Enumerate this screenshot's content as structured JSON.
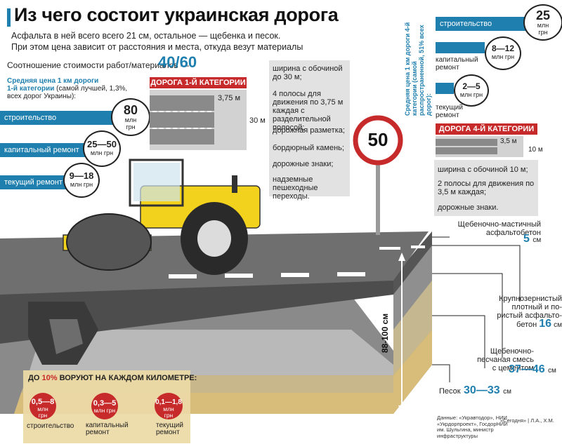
{
  "title": "Из чего состоит украинская дорога",
  "subtitle_1": "Асфальта в ней всего всего 21 см, остальное — щебенка и песок.",
  "subtitle_2": "При этом цена зависит от расстояния и места, откуда везут материалы",
  "ratio": {
    "label": "Соотношение стоимости работ/материалов —",
    "value": "40/60"
  },
  "cat1": {
    "heading": "Средняя цена 1 км дороги",
    "heading_2": "1-й категории",
    "note_1": "(самой лучшей, 1,3%,",
    "note_2": "всех дорог Украины):",
    "prices": [
      {
        "label": "строительство",
        "value": "80",
        "unit_1": "млн",
        "unit_2": "грн"
      },
      {
        "label": "капитальный ремонт",
        "value": "25—50",
        "unit_1": "млн грн",
        "unit_2": ""
      },
      {
        "label": "текущий ремонт",
        "value": "9—18",
        "unit_1": "млн грн",
        "unit_2": ""
      }
    ],
    "road_title": "ДОРОГА 1-Й КАТЕГОРИИ",
    "lane_width": "3,75 м",
    "total_width": "30 м",
    "specs": [
      "ширина с обочиной до 30 м;",
      "4 полосы для движения по 3,75 м каждая с разделительной полосой;",
      "дорожная разметка;",
      "бордюрный камень;",
      "дорожные знаки;",
      "надземные пешеходные переходы."
    ]
  },
  "sign_value": "50",
  "cat4": {
    "heading": "Средняя цена 1 км дороги 4-й категории (самой распространенной, 51% всех дорог):",
    "prices": [
      {
        "label": "строительство",
        "value": "25",
        "unit_1": "млн",
        "unit_2": "грн"
      },
      {
        "label_1": "капитальный",
        "label_2": "ремонт",
        "value": "8—12",
        "unit_1": "млн грн"
      },
      {
        "label_1": "текущий",
        "label_2": "ремонт",
        "value": "2—5",
        "unit_1": "млн грн"
      }
    ],
    "road_title": "ДОРОГА 4-Й КАТЕГОРИИ",
    "lane_width": "3,5 м",
    "total_width": "10 м",
    "specs": [
      "ширина с обочиной 10 м;",
      "2 полосы для движения по 3,5 м каждая;",
      "дорожные знаки."
    ]
  },
  "depth_label": "88-100 см",
  "layers": [
    {
      "label_1": "Щебеночно-мастичный",
      "label_2": "асфальтобетон",
      "value": "5",
      "unit": "см"
    },
    {
      "label_1": "Крупнозернистый",
      "label_2": "плотный и по-",
      "label_3": "ристый асфальто-",
      "label_4": "бетон",
      "value": "16",
      "unit": "см"
    },
    {
      "label_1": "Щебеночно-",
      "label_2": "песчаная смесь",
      "label_3": "с цементом",
      "value": "37—46",
      "unit": "см"
    },
    {
      "label_1": "Песок",
      "value": "30—33",
      "unit": "см"
    }
  ],
  "theft": {
    "title_1": "ДО",
    "title_pct": "10%",
    "title_2": "ВОРУЮТ НА КАЖДОМ КИЛОМЕТРЕ:",
    "items": [
      {
        "value": "0,5—8",
        "unit_1": "млн",
        "unit_2": "грн",
        "label_1": "строительство",
        "label_2": ""
      },
      {
        "value": "0,3—5",
        "unit_1": "млн грн",
        "unit_2": "",
        "label_1": "капитальный",
        "label_2": "ремонт"
      },
      {
        "value": "0,1—1,8",
        "unit_1": "млн",
        "unit_2": "грн",
        "label_1": "текущий",
        "label_2": "ремонт"
      }
    ]
  },
  "sources": {
    "line_1": "Данные: «Укравтодор», НИИ",
    "line_2": "«Укрдорпроект», ГосдорНИИ",
    "line_3": "им. Шульгина, министр",
    "line_4": "инфраструктуры",
    "credit": "«Сегодня» | Л.А., Х.М."
  },
  "colors": {
    "accent": "#1f7fae",
    "red": "#c62a2a",
    "roller": "#f2d21c"
  }
}
